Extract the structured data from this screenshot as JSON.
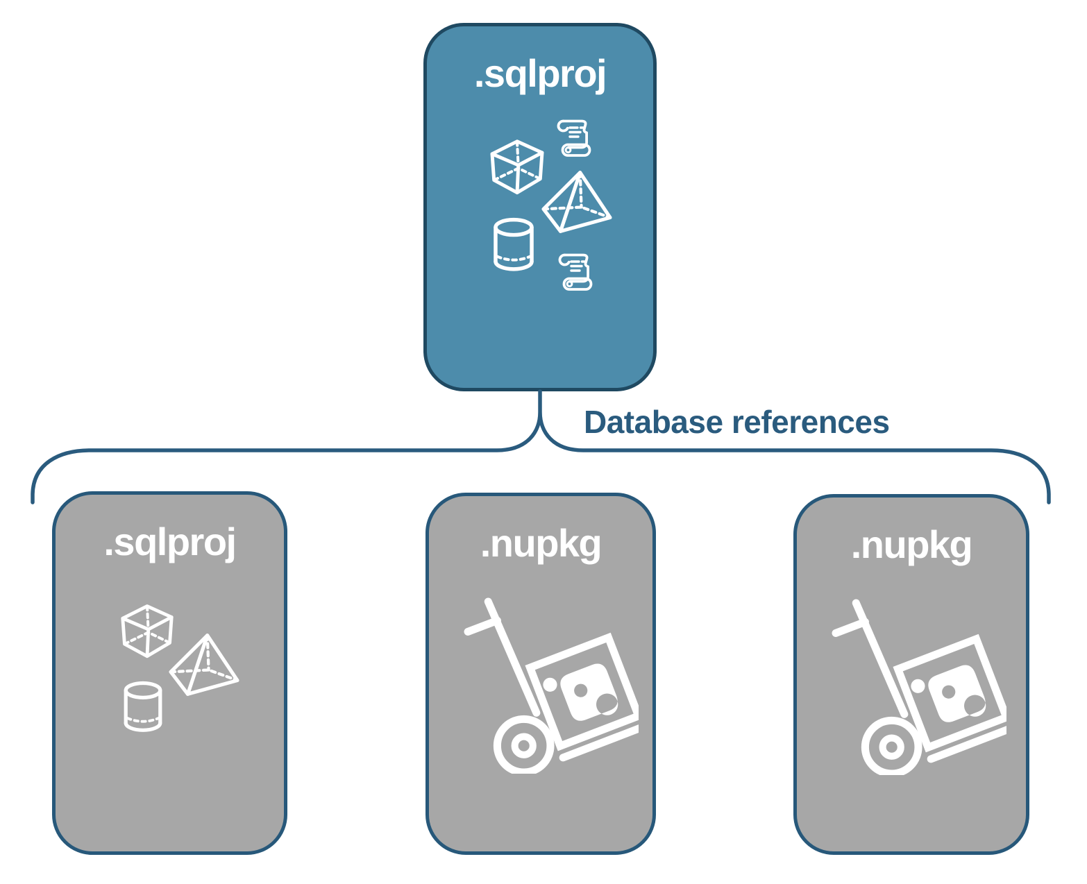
{
  "colors": {
    "parent_fill": "#4d8cab",
    "parent_border": "#1f4961",
    "child_fill": "#a7a7a7",
    "child_border": "#27587a",
    "connector": "#2a5b7e",
    "connector_text": "#2a5b7e",
    "icon_and_label_text": "#ffffff",
    "background": "#ffffff"
  },
  "diagram": {
    "parent": {
      "label": ".sqlproj",
      "icons": [
        "scroll-icon",
        "cube-icon",
        "pyramid-icon",
        "cylinder-icon",
        "scroll-icon"
      ]
    },
    "connector_label": "Database references",
    "children": [
      {
        "label": ".sqlproj",
        "icons": [
          "cube-icon",
          "pyramid-icon",
          "cylinder-icon"
        ]
      },
      {
        "label": ".nupkg",
        "icons": [
          "nuget-package-icon"
        ]
      },
      {
        "label": ".nupkg",
        "icons": [
          "nuget-package-icon"
        ]
      }
    ]
  }
}
